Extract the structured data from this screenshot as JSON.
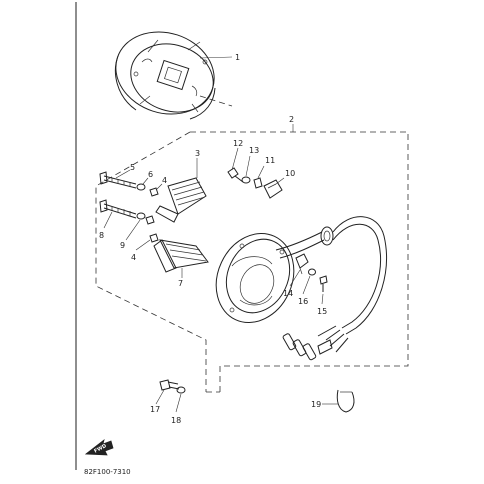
{
  "diagram": {
    "callouts": [
      "1",
      "2",
      "3",
      "4",
      "4",
      "5",
      "6",
      "7",
      "8",
      "9",
      "10",
      "11",
      "12",
      "13",
      "14",
      "15",
      "16",
      "17",
      "18",
      "19"
    ],
    "drawing_code": "82F100-7310",
    "direction_label": "FWD"
  }
}
